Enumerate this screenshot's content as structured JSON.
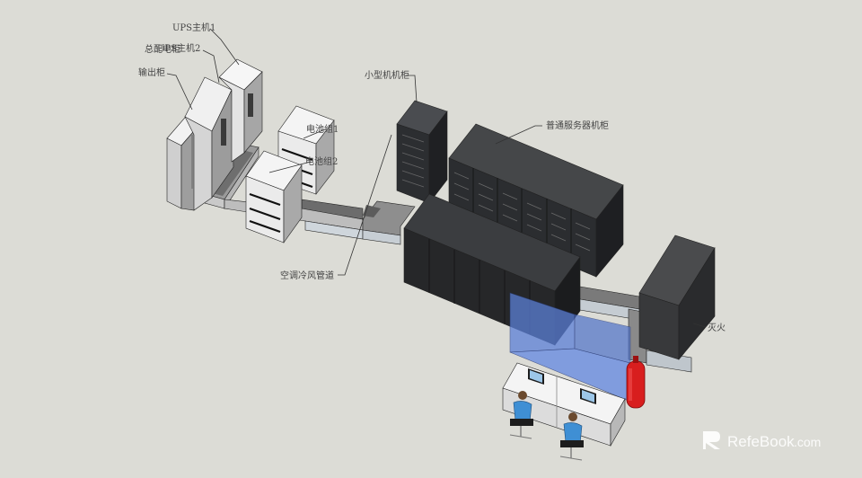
{
  "labels": {
    "ups_host_1": "UPS主机1",
    "ups_host_2": "UPS主机2",
    "main_distribution": "总配电柜",
    "output_cabinet": "输出柜",
    "battery_group_1": "电池组1",
    "battery_group_2": "电池组2",
    "small_rack": "小型机机柜",
    "server_rack": "普通服务器机柜",
    "ac_duct": "空调冷风管道",
    "fire_extinguish": "灭火"
  },
  "watermark": {
    "brand": "RefeBook",
    "suffix": ".com"
  },
  "colors": {
    "background": "#dcdcd6",
    "rack_dark": "#2f3134",
    "cabinet_light": "#d8d8d8",
    "glass": "#5b7fd6",
    "fire_red": "#d81e1e",
    "shirt_blue": "#3f8fd4"
  }
}
